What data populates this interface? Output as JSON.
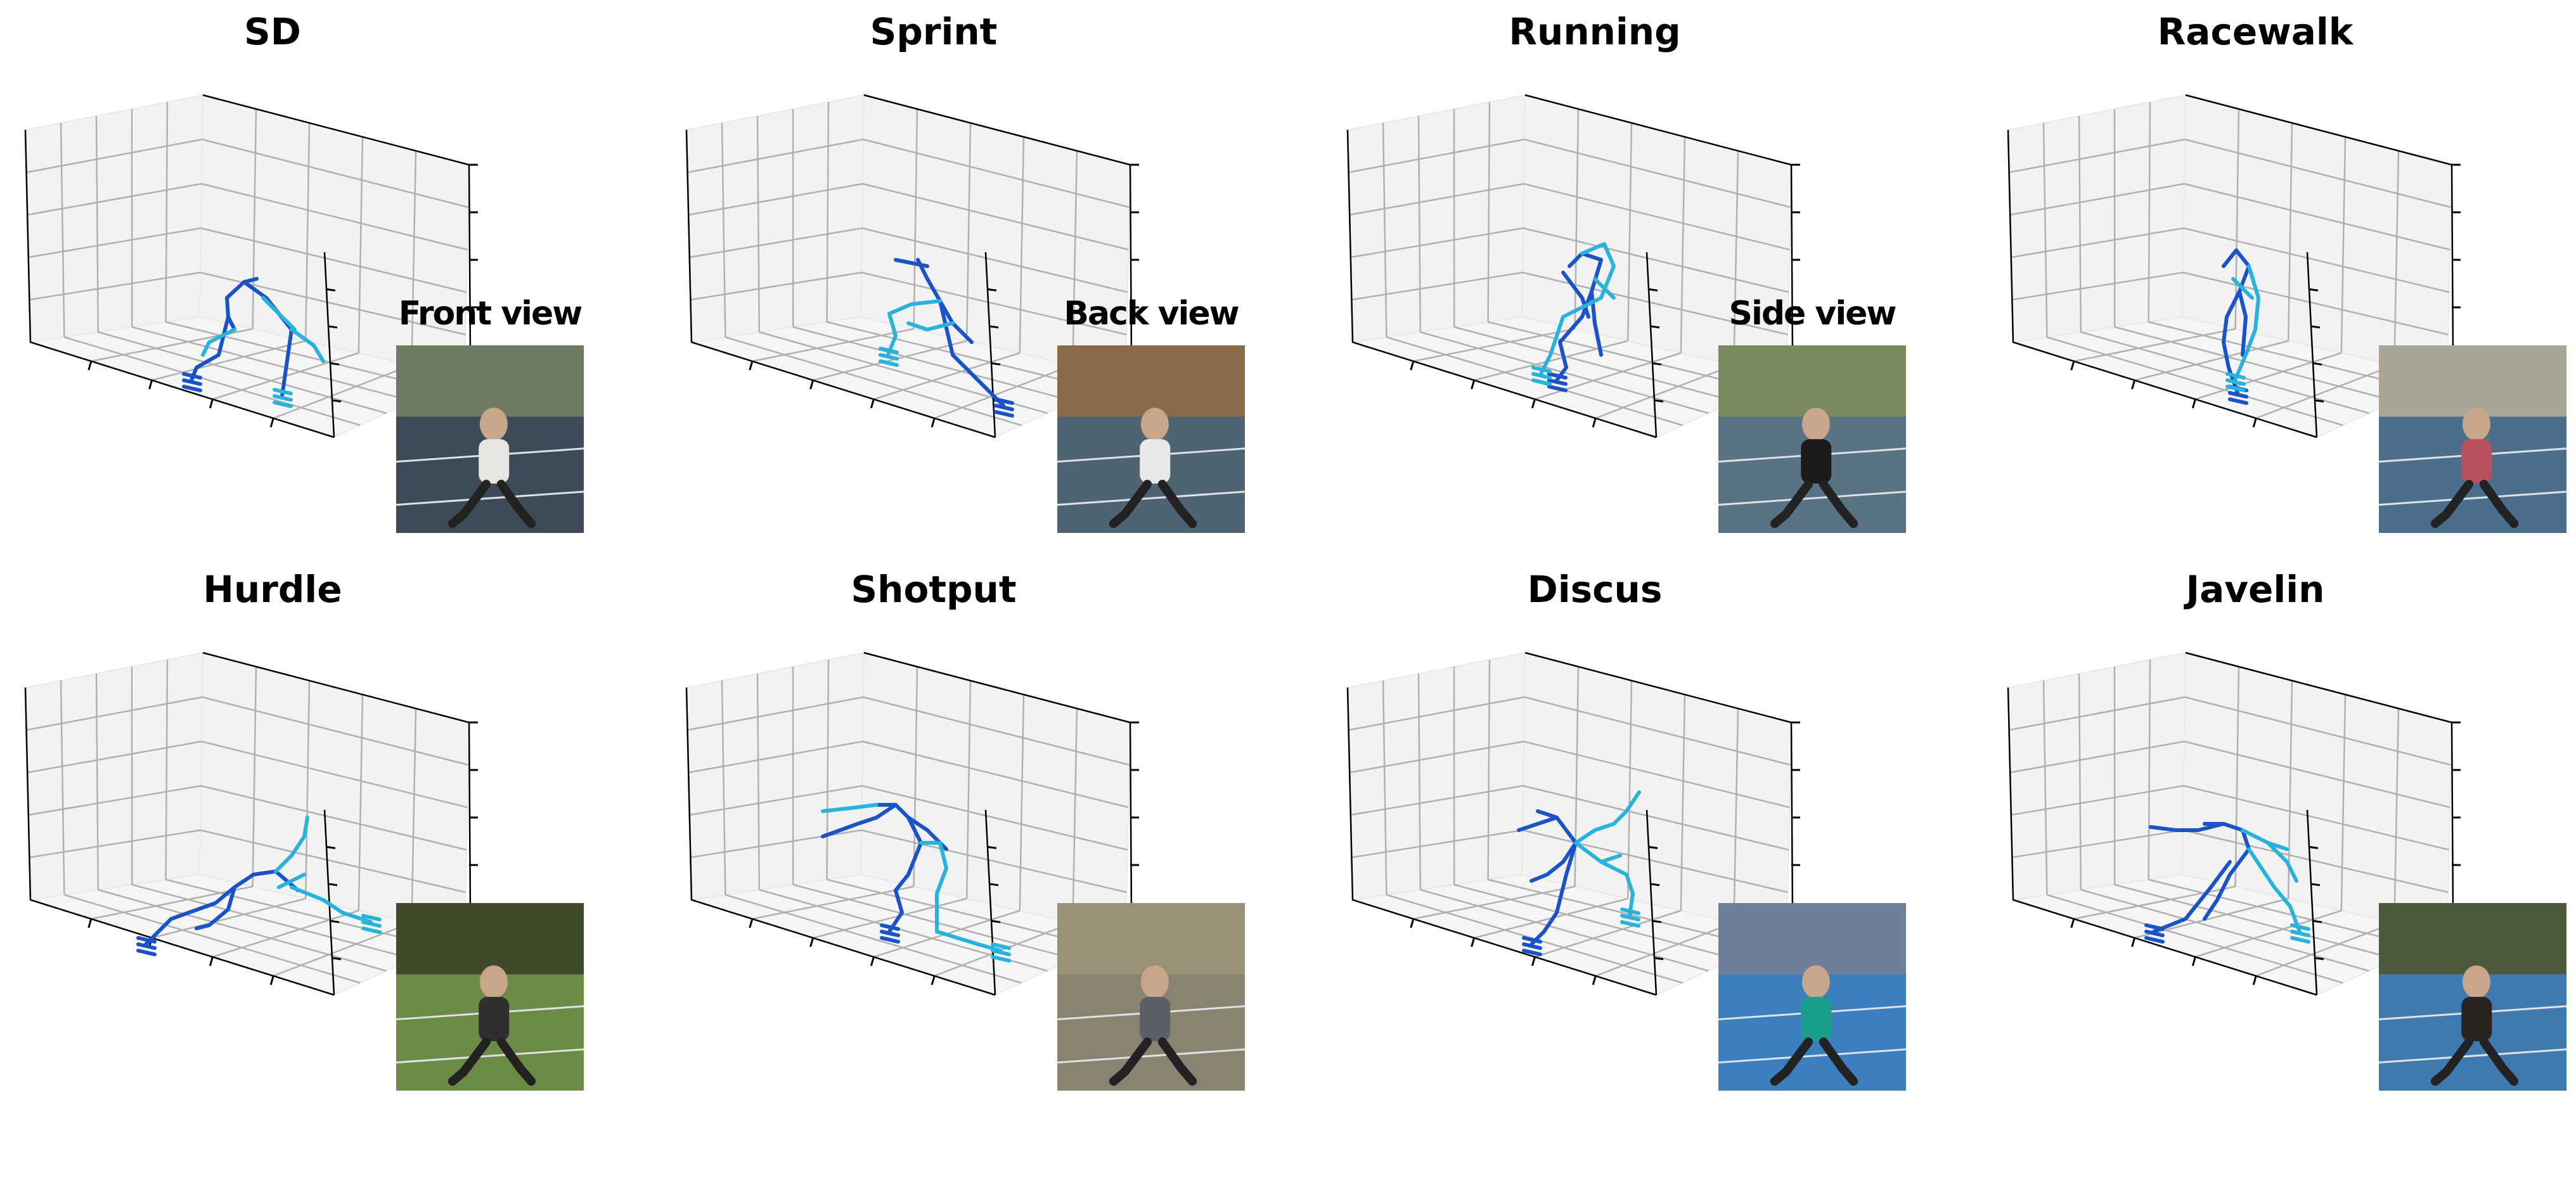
{
  "colors": {
    "left_side": "#1a52c8",
    "right_side": "#29b3dc"
  },
  "panels": [
    {
      "title": "SD",
      "view_label": "Front view",
      "photo_colors": [
        "#6f7a62",
        "#3d4a58",
        "#e6e6e0"
      ]
    },
    {
      "title": "Sprint",
      "view_label": "Back view",
      "photo_colors": [
        "#8a6a48",
        "#4f6473",
        "#e8e8e8"
      ]
    },
    {
      "title": "Running",
      "view_label": "Side view",
      "photo_colors": [
        "#7b8a5e",
        "#5a7384",
        "#1a1a1a"
      ]
    },
    {
      "title": "Racewalk",
      "view_label": "",
      "photo_colors": [
        "#a8a594",
        "#4a6e8c",
        "#b85060"
      ]
    },
    {
      "title": "Hurdle",
      "view_label": "",
      "photo_colors": [
        "#3f4a2a",
        "#6b8b47",
        "#2f2f2f"
      ]
    },
    {
      "title": "Shotput",
      "view_label": "",
      "photo_colors": [
        "#9a9278",
        "#8a8372",
        "#5b5f66"
      ]
    },
    {
      "title": "Discus",
      "view_label": "",
      "photo_colors": [
        "#6f7e9a",
        "#3b7fbf",
        "#19a08a"
      ]
    },
    {
      "title": "Javelin",
      "view_label": "",
      "photo_colors": [
        "#4a5a3a",
        "#3e7ab0",
        "#2a2420"
      ]
    }
  ]
}
